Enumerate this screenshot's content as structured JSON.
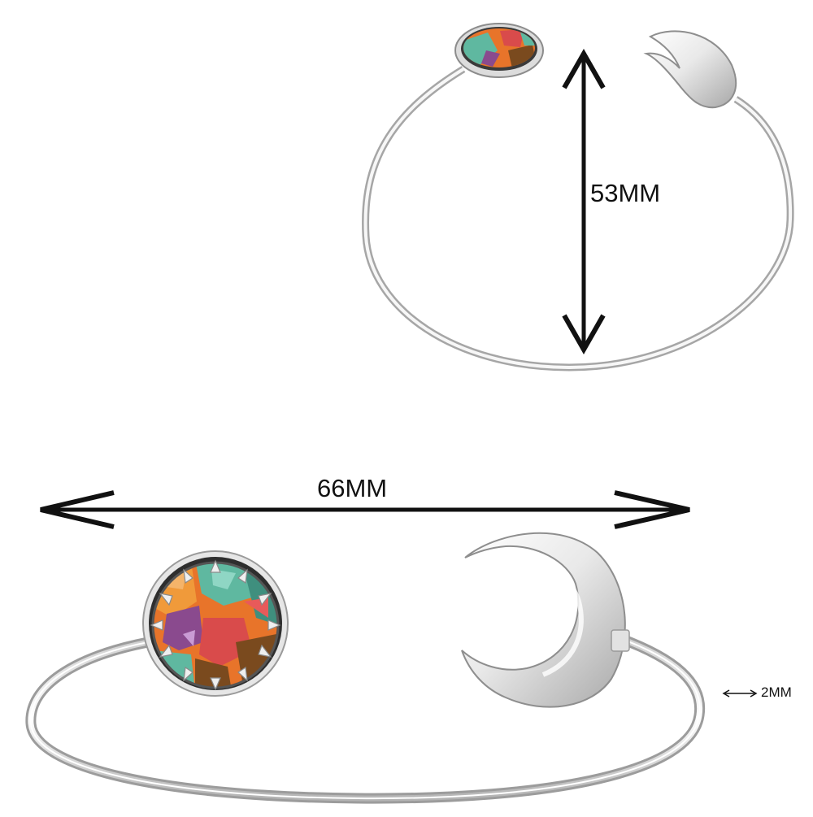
{
  "dimensions": {
    "height_label": "53MM",
    "width_label": "66MM",
    "wire_label": "2MM"
  },
  "colors": {
    "silver_light": "#f4f4f4",
    "silver_mid": "#d6d6d6",
    "silver_dark": "#9a9a9a",
    "arrow": "#111111",
    "stone_orange": "#e8742a",
    "stone_turquoise": "#5fb8a0",
    "stone_purple": "#8a4a8e",
    "stone_brown": "#7a4a1e"
  }
}
